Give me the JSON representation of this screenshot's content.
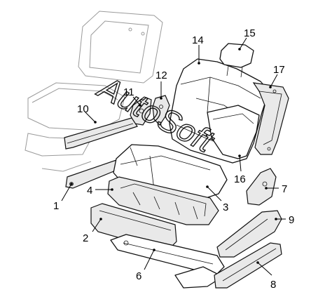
{
  "watermark": "AutoSoft",
  "callouts": [
    {
      "id": "c1",
      "label": "1"
    },
    {
      "id": "c2",
      "label": "2"
    },
    {
      "id": "c3",
      "label": "3"
    },
    {
      "id": "c4",
      "label": "4"
    },
    {
      "id": "c6",
      "label": "6"
    },
    {
      "id": "c7",
      "label": "7"
    },
    {
      "id": "c8",
      "label": "8"
    },
    {
      "id": "c9",
      "label": "9"
    },
    {
      "id": "c10",
      "label": "10"
    },
    {
      "id": "c11",
      "label": "11"
    },
    {
      "id": "c12",
      "label": "12"
    },
    {
      "id": "c14",
      "label": "14"
    },
    {
      "id": "c15",
      "label": "15"
    },
    {
      "id": "c16",
      "label": "16"
    },
    {
      "id": "c17",
      "label": "17"
    }
  ]
}
